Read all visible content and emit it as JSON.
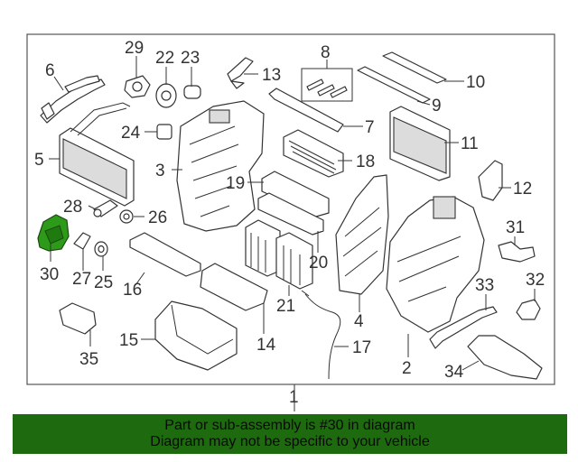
{
  "callouts": {
    "c1": "1",
    "c2": "2",
    "c3": "3",
    "c4": "4",
    "c5": "5",
    "c6": "6",
    "c7": "7",
    "c8": "8",
    "c9": "9",
    "c10": "10",
    "c11": "11",
    "c12": "12",
    "c13": "13",
    "c14": "14",
    "c15": "15",
    "c16": "16",
    "c17": "17",
    "c18": "18",
    "c19": "19",
    "c20": "20",
    "c21": "21",
    "c22": "22",
    "c23": "23",
    "c24": "24",
    "c25": "25",
    "c26": "26",
    "c27": "27",
    "c28": "28",
    "c29": "29",
    "c30": "30",
    "c31": "31",
    "c32": "32",
    "c33": "33",
    "c34": "34",
    "c35": "35"
  },
  "highlight_color": "#2e9a1a",
  "banner": {
    "line1": "Part or sub-assembly is #30 in diagram",
    "line2": "Diagram may not be specific to your vehicle",
    "color": "#1e6b0f"
  }
}
